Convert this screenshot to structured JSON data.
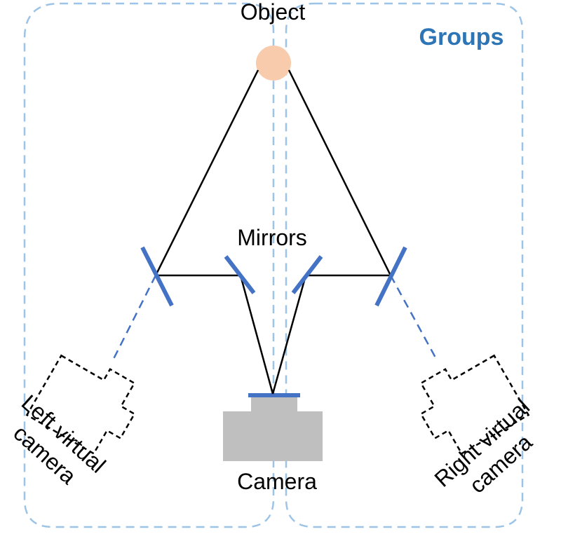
{
  "labels": {
    "object": "Object",
    "groups": "Groups",
    "mirrors": "Mirrors",
    "camera": "Camera",
    "left_virtual_camera": [
      "Left virtual",
      "camera"
    ],
    "right_virtual_camera": [
      "Right virtual",
      "camera"
    ]
  },
  "colors": {
    "background": "#ffffff",
    "ray": "#000000",
    "mirror": "#4472c4",
    "group_outline": "#9dc3e6",
    "groups_label": "#2e75b6",
    "object_fill": "#f8cbad",
    "camera_body": "#bfbfbf",
    "camera_sensor": "#4472c4",
    "virtual_camera_outline": "#000000"
  }
}
